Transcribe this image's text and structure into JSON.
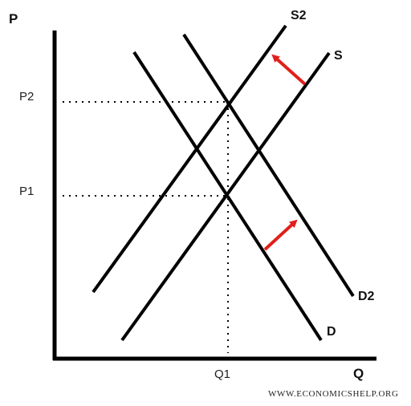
{
  "axes": {
    "price_label": "P",
    "quantity_label": "Q"
  },
  "ticks": {
    "p2": "P2",
    "p1": "P1",
    "q1": "Q1"
  },
  "curves": {
    "supply_original": "S",
    "supply_shifted": "S2",
    "demand_original": "D",
    "demand_shifted": "D2"
  },
  "watermark": "WWW.ECONOMICSHELP.ORG",
  "colors": {
    "line": "#000000",
    "shift_arrow": "#e0201b",
    "guide": "#000000"
  }
}
